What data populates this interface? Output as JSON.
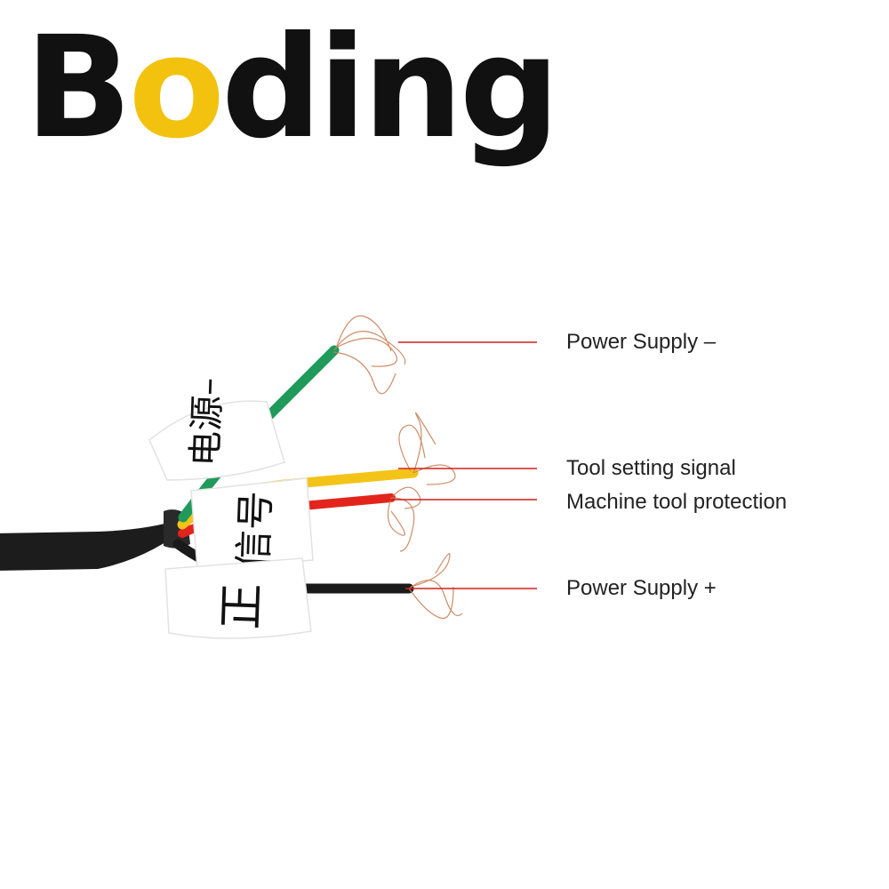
{
  "brand": {
    "logo_prefix": "B",
    "logo_accent": "o",
    "logo_suffix": "ding",
    "accent_color": "#f2c20f",
    "text_color": "#111111"
  },
  "wires": [
    {
      "id": "green",
      "color": "#1f9a5a",
      "label": "Power Supply –"
    },
    {
      "id": "yellow",
      "color": "#f3c317",
      "label": "Tool setting signal"
    },
    {
      "id": "red",
      "color": "#e3241c",
      "label": "Machine tool protection"
    },
    {
      "id": "black",
      "color": "#1a1a1a",
      "label": "Power Supply +"
    }
  ],
  "leader_color": "#d21f1f",
  "cable_color": "#1c1c1c",
  "tags": [
    {
      "text": "电源–"
    },
    {
      "text": "信号"
    },
    {
      "text": "正"
    }
  ]
}
